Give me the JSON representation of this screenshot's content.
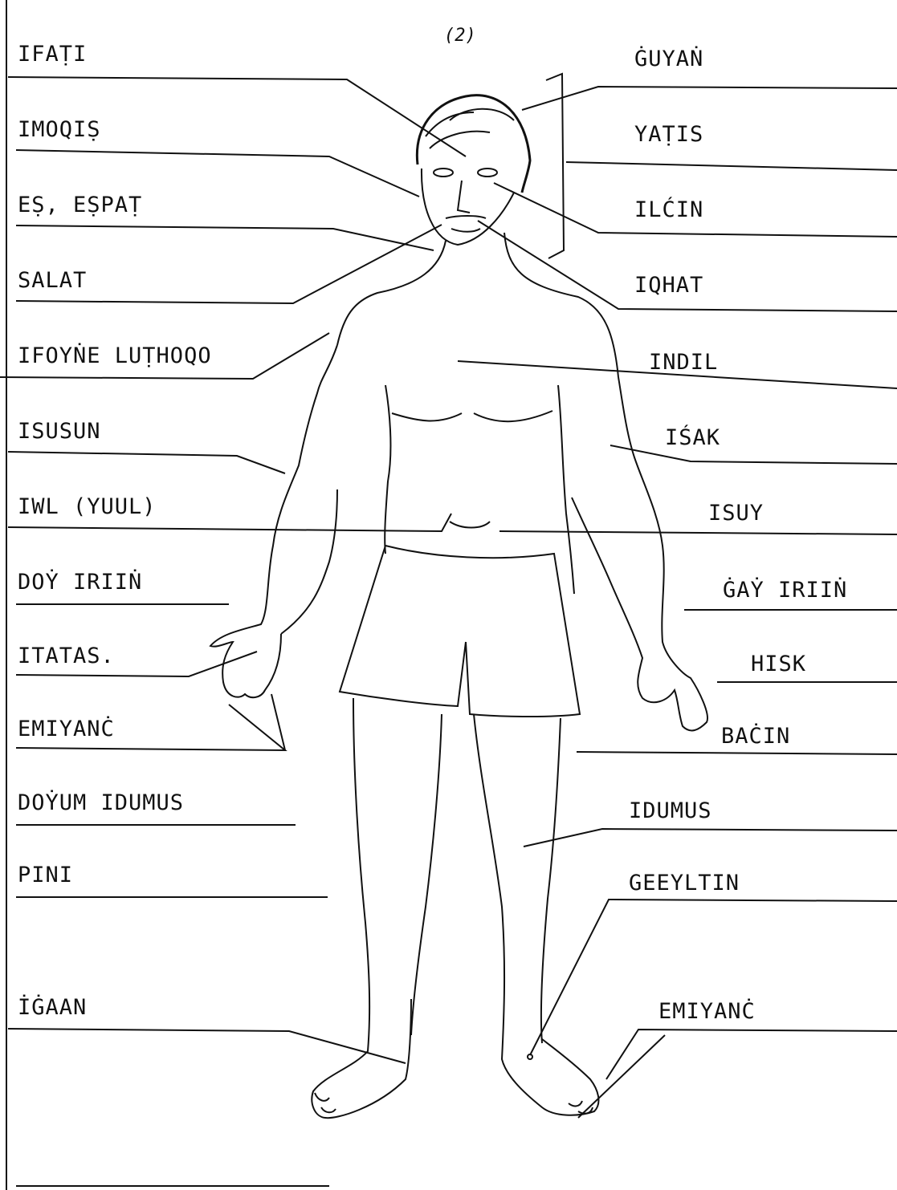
{
  "page_number": "(2)",
  "labels": {
    "left": [
      "IFAṬI",
      "IMOQIṢ",
      "EṢ, EṢPAṬ",
      "SALAT",
      "IFOYṄE LUṬHOQO",
      "ISUSUN",
      "IWL (YUUL)",
      "DOẎ IRIIṄ",
      "ITATAS.",
      "EMIYANĊ",
      "DOẎUM IDUMUS",
      "PINI",
      "İĠAAN"
    ],
    "right": [
      "ĠUYAṄ",
      "YAṬIS",
      "ILĆIN",
      "IQHAT",
      "INDIL",
      "IŚAK",
      "ISUY",
      "ĠAẎ IRIIṄ",
      "HISK",
      "BAĊIN",
      "IDUMUS",
      "GEEYLTIN",
      "EMIYANĊ"
    ]
  }
}
